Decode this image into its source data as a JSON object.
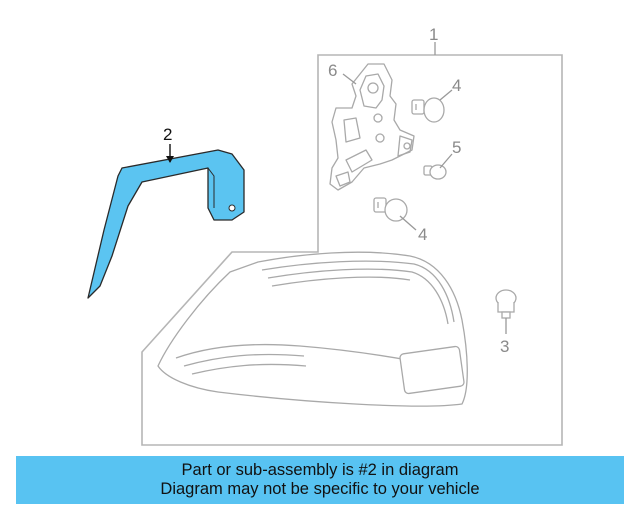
{
  "diagram": {
    "callouts": {
      "c1": "1",
      "c2": "2",
      "c3": "3",
      "c4a": "4",
      "c4b": "4",
      "c5": "5",
      "c6": "6"
    },
    "highlight_color": "#5bc4f1",
    "line_color": "#a8a8a8"
  },
  "banner": {
    "line1": "Part or sub-assembly is #2 in diagram",
    "line2": "Diagram may not be specific to your vehicle",
    "background": "#58c3f2"
  }
}
